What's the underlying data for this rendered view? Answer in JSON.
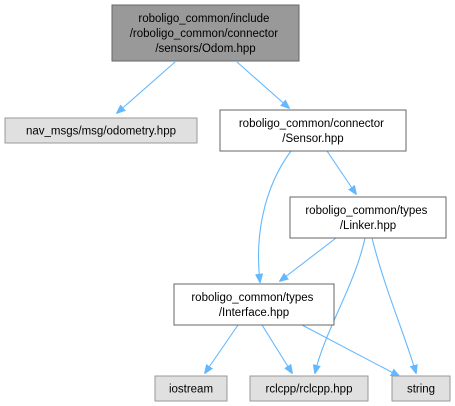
{
  "colors": {
    "main_fill": "#999999",
    "main_stroke": "#666666",
    "internal_fill": "#ffffff",
    "internal_stroke": "#666666",
    "external_fill": "#e0e0e0",
    "external_stroke": "#999999",
    "edge": "#63b8ff",
    "text": "#000000"
  },
  "nodes": [
    {
      "id": "odom",
      "kind": "main",
      "lines": [
        "roboligo_common/include",
        "/roboligo_common/connector",
        "/sensors/Odom.hpp"
      ]
    },
    {
      "id": "odometry",
      "kind": "external",
      "lines": [
        "nav_msgs/msg/odometry.hpp"
      ]
    },
    {
      "id": "sensor",
      "kind": "internal",
      "lines": [
        "roboligo_common/connector",
        "/Sensor.hpp"
      ]
    },
    {
      "id": "linker",
      "kind": "internal",
      "lines": [
        "roboligo_common/types",
        "/Linker.hpp"
      ]
    },
    {
      "id": "interface",
      "kind": "internal",
      "lines": [
        "roboligo_common/types",
        "/Interface.hpp"
      ]
    },
    {
      "id": "iostream",
      "kind": "external",
      "lines": [
        "iostream"
      ]
    },
    {
      "id": "rclcpp",
      "kind": "external",
      "lines": [
        "rclcpp/rclcpp.hpp"
      ]
    },
    {
      "id": "string",
      "kind": "external",
      "lines": [
        "string"
      ]
    }
  ],
  "edges": [
    {
      "from": "odom",
      "to": "odometry"
    },
    {
      "from": "odom",
      "to": "sensor"
    },
    {
      "from": "sensor",
      "to": "linker"
    },
    {
      "from": "sensor",
      "to": "interface"
    },
    {
      "from": "linker",
      "to": "interface"
    },
    {
      "from": "linker",
      "to": "rclcpp"
    },
    {
      "from": "linker",
      "to": "string"
    },
    {
      "from": "interface",
      "to": "iostream"
    },
    {
      "from": "interface",
      "to": "rclcpp"
    },
    {
      "from": "interface",
      "to": "string"
    }
  ]
}
